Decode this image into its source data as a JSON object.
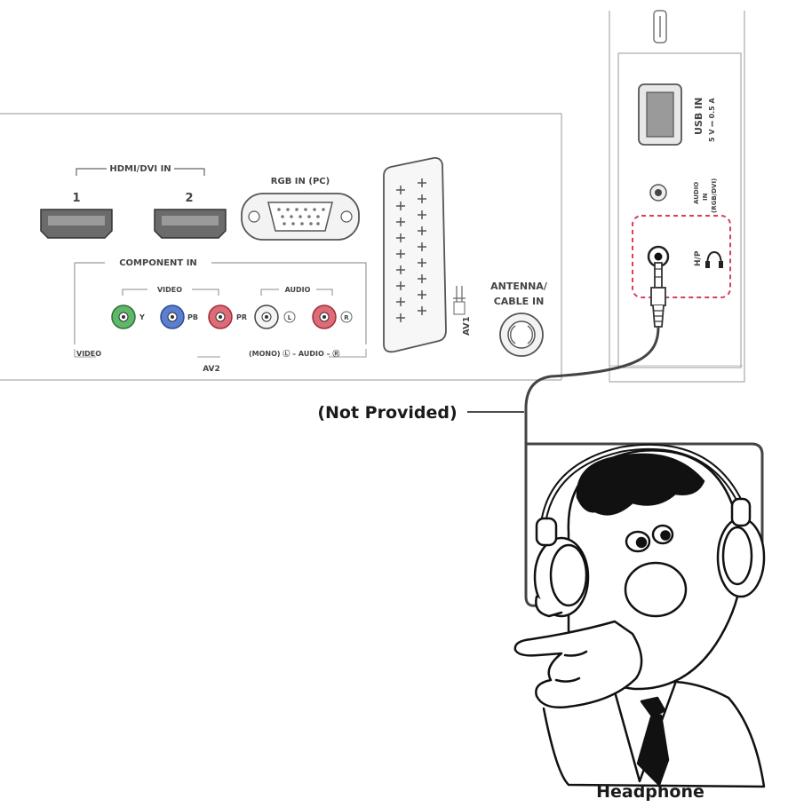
{
  "panel": {
    "hdmi_group": "HDMI/DVI IN",
    "hdmi_port_1": "1",
    "hdmi_port_2": "2",
    "rgb": "RGB IN (PC)",
    "component": "COMPONENT IN",
    "video_group": "VIDEO",
    "audio_group": "AUDIO",
    "y": "Y",
    "pb": "PB",
    "pr": "PR",
    "l": "L",
    "r": "R",
    "video_footer": "VIDEO",
    "audio_footer": "(MONO) Ⓛ – AUDIO – Ⓡ",
    "av2": "AV2",
    "av1": "AV1",
    "antenna_1": "ANTENNA/",
    "antenna_2": "CABLE IN"
  },
  "side": {
    "usb": "USB IN",
    "usb_spec": "5 V ⎓ 0.5 A",
    "audio_in_1": "AUDIO",
    "audio_in_2": "IN",
    "audio_in_3": "(RGB/DVI)",
    "hp": "H/P"
  },
  "labels": {
    "not_provided": "(Not Provided)",
    "headphone": "Headphone"
  },
  "colors": {
    "highlight": "#d4405a",
    "y_jack": "#5fb86a",
    "pb_jack": "#5b7fd0",
    "pr_jack": "#e06a78"
  }
}
